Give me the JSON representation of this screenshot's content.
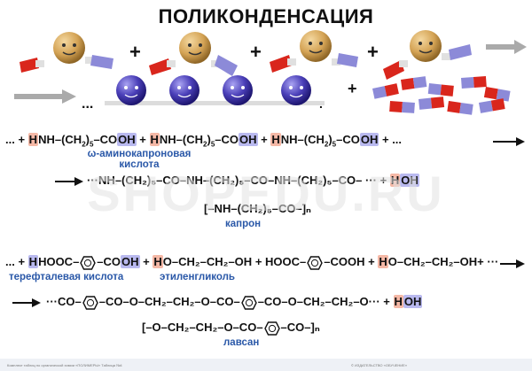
{
  "title": "ПОЛИКОНДЕНСАЦИЯ",
  "row1": {
    "plus_1": "+",
    "plus_2": "+",
    "plus_3": "+"
  },
  "row2": {
    "dots": "...",
    "plus": "+"
  },
  "eq1": {
    "lead": "... +",
    "group1_h": "H",
    "group1_rest": "NH–(CH",
    "sub5": "5",
    "group1_tail": ")",
    "group1_cooh": "COOH",
    "plus": "+",
    "trail": "+ ...",
    "caption": "ω-аминокапроновая кислота"
  },
  "eq2": {
    "main": "···NH–(CH₂)₅–CO–NH–(CH₂)₅–CO–NH–(CH₂)₅–CO– ··· +",
    "water_h": "H",
    "water_oh": "OH"
  },
  "eq3": {
    "polymer": "[–NH–(CH₂)₅–CO–]ₙ",
    "caption": "капрон"
  },
  "eq4": {
    "lead": "... +",
    "hooc": "HOOC",
    "cooh": "COOH",
    "plus": "+",
    "h": "H",
    "glycol": "O–CH₂–CH₂–OH",
    "trail": "+ ···",
    "caption_acid": "терефталевая кислота",
    "caption_glycol": "этиленгликоль"
  },
  "eq5": {
    "lead": "···CO",
    "part1": "CO–O–CH₂–CH₂–O–CO",
    "part2": "CO–O–CH₂–CH₂–O··· +",
    "water_h": "H",
    "water_oh": "OH"
  },
  "eq6": {
    "part1": "[–O–CH₂–CH₂–O–CO",
    "part2": "CO–]ₙ",
    "caption": "лавсан"
  },
  "watermark": "SHOPEDU.RU",
  "footer": {
    "left": "Комплект таблиц по органической химии «ПОЛИМЕРЫ»   Таблица №4",
    "publisher": "© ИЗДАТЕЛЬСТВО «ОБУЧЕНИЕ»"
  },
  "colors": {
    "ball_tan": "#d4a355",
    "ball_blue": "#4a3fb8",
    "flag_red": "#d9261c",
    "flag_blue": "#8c8ad8",
    "highlight_pink": "#f5b8a6",
    "highlight_blue": "#b9b9ef",
    "caption_blue": "#2a58a8"
  }
}
